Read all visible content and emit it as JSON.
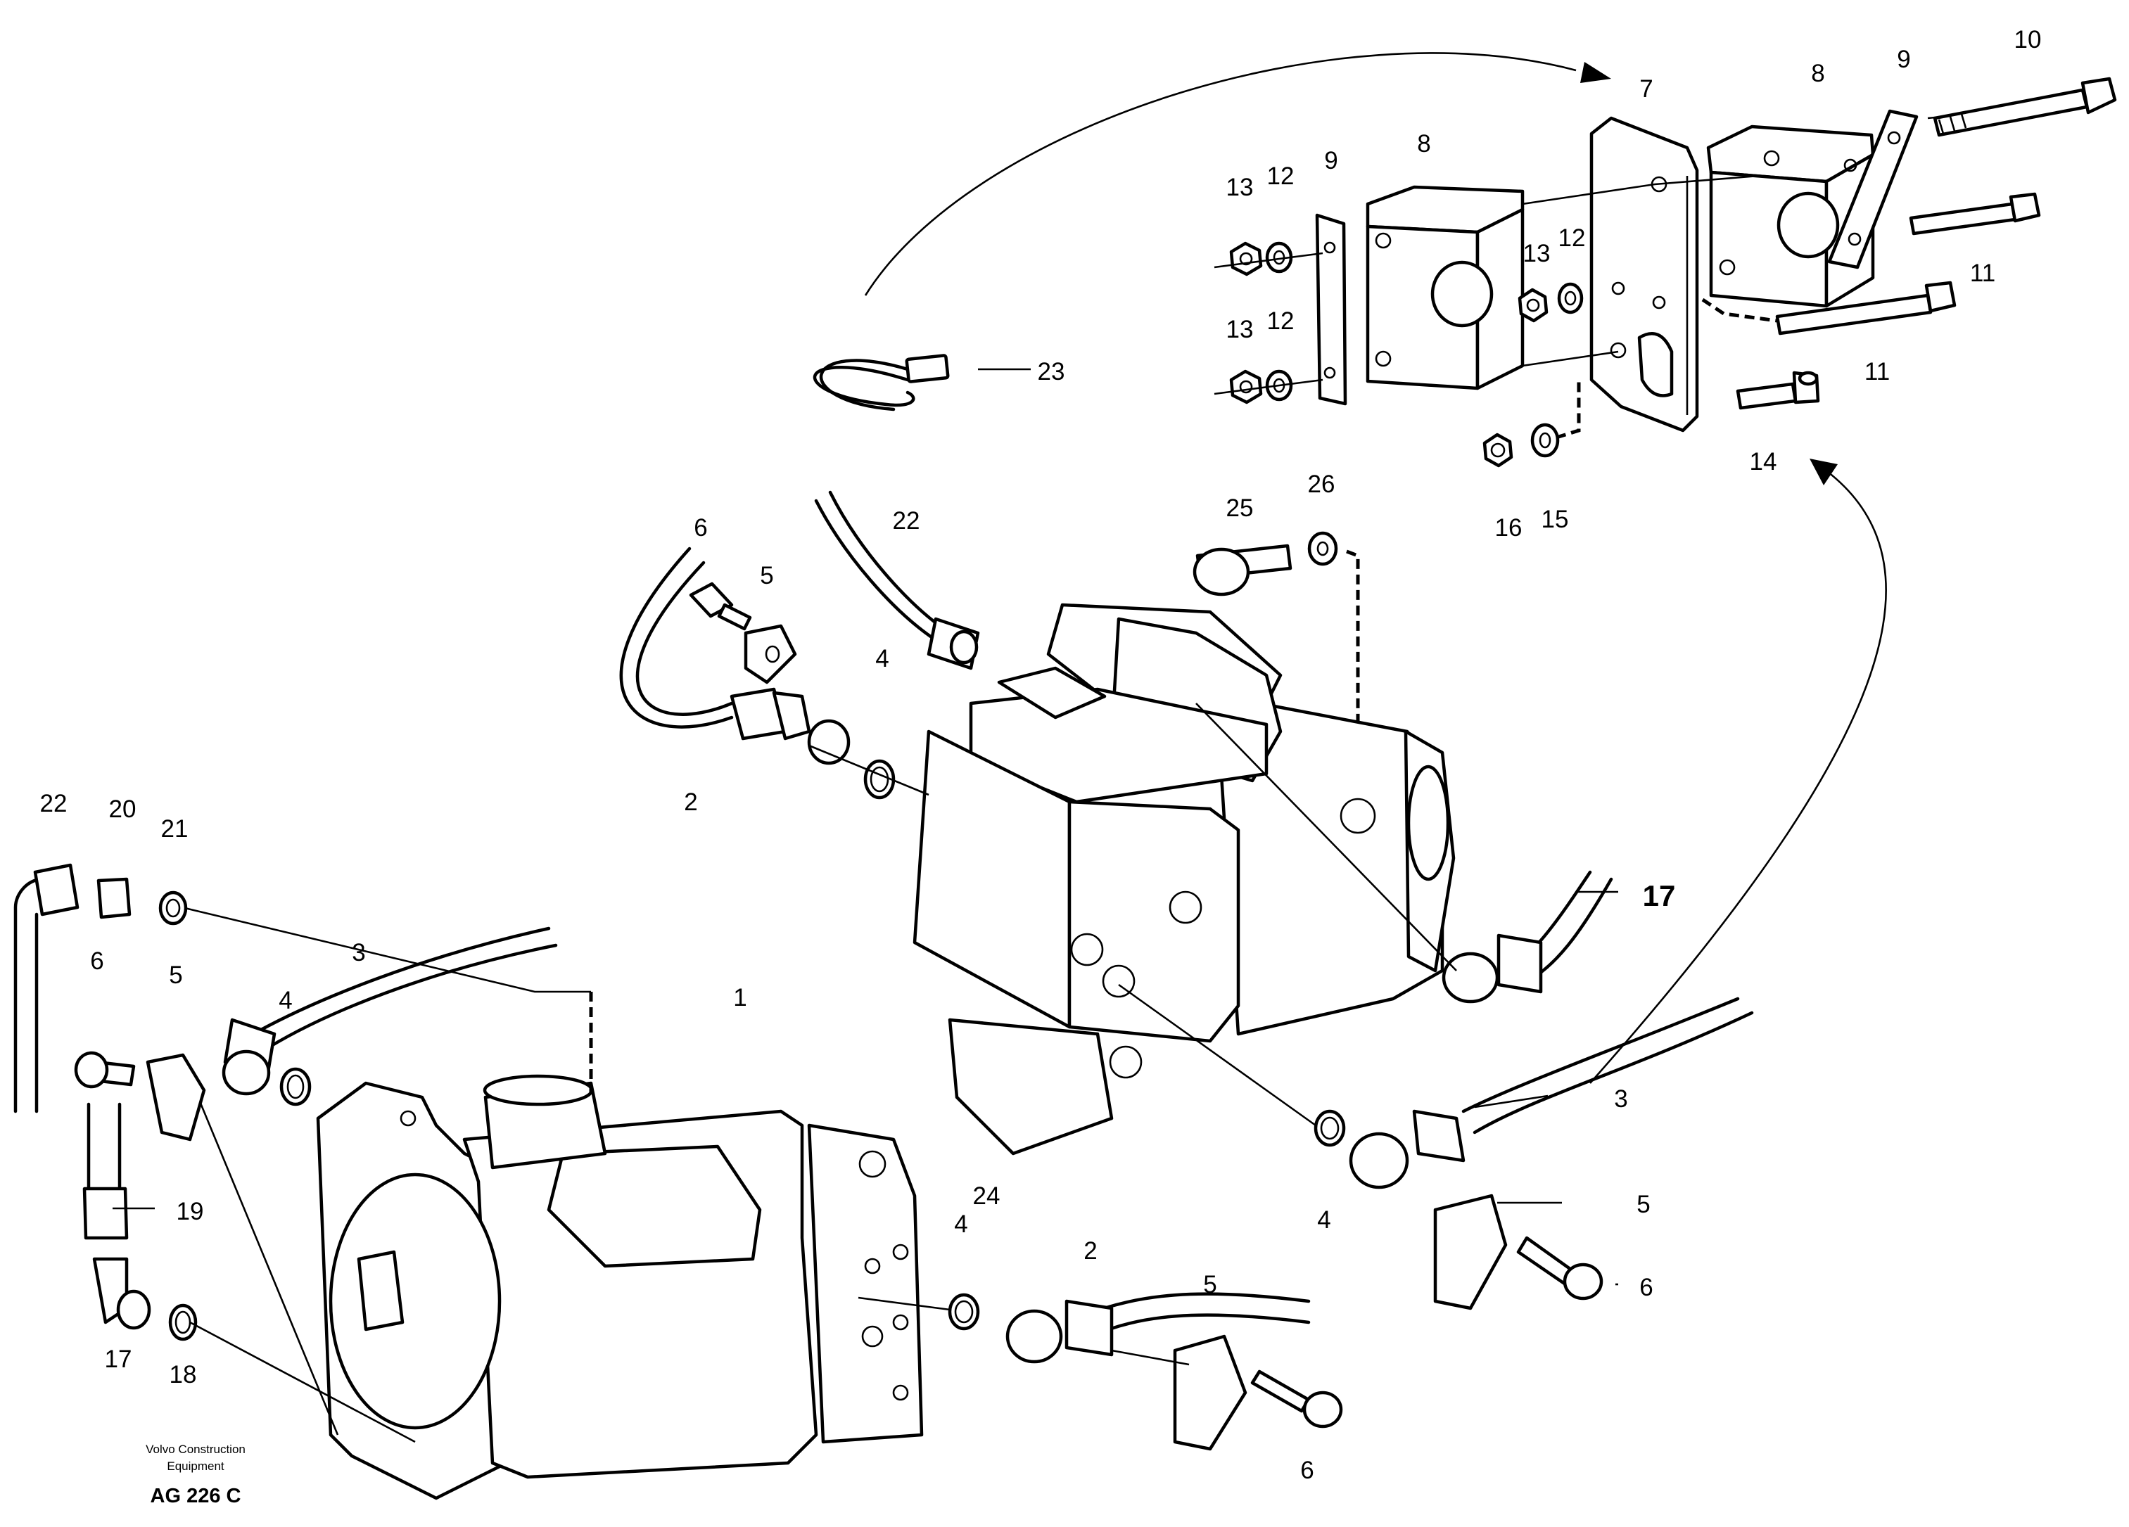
{
  "part_labels": [
    {
      "key": "10",
      "text": "10"
    },
    {
      "key": "9a",
      "text": "9"
    },
    {
      "key": "8a",
      "text": "8"
    },
    {
      "key": "7",
      "text": "7"
    },
    {
      "key": "9b",
      "text": "9"
    },
    {
      "key": "8b",
      "text": "8"
    },
    {
      "key": "13a",
      "text": "13"
    },
    {
      "key": "12a",
      "text": "12"
    },
    {
      "key": "13b",
      "text": "13"
    },
    {
      "key": "12b",
      "text": "12"
    },
    {
      "key": "13c",
      "text": "13"
    },
    {
      "key": "12c",
      "text": "12"
    },
    {
      "key": "11a",
      "text": "11"
    },
    {
      "key": "11b",
      "text": "11"
    },
    {
      "key": "23",
      "text": "23"
    },
    {
      "key": "14",
      "text": "14"
    },
    {
      "key": "16",
      "text": "16"
    },
    {
      "key": "15",
      "text": "15"
    },
    {
      "key": "25",
      "text": "25"
    },
    {
      "key": "26",
      "text": "26"
    },
    {
      "key": "6a",
      "text": "6"
    },
    {
      "key": "5a",
      "text": "5"
    },
    {
      "key": "22a",
      "text": "22"
    },
    {
      "key": "4a",
      "text": "4"
    },
    {
      "key": "2a",
      "text": "2"
    },
    {
      "key": "17a",
      "text": "17"
    },
    {
      "key": "22b",
      "text": "22"
    },
    {
      "key": "20",
      "text": "20"
    },
    {
      "key": "21",
      "text": "21"
    },
    {
      "key": "3a",
      "text": "3"
    },
    {
      "key": "1",
      "text": "1"
    },
    {
      "key": "6b",
      "text": "6"
    },
    {
      "key": "5b",
      "text": "5"
    },
    {
      "key": "4b",
      "text": "4"
    },
    {
      "key": "3b",
      "text": "3"
    },
    {
      "key": "24",
      "text": "24"
    },
    {
      "key": "5c",
      "text": "5"
    },
    {
      "key": "4c",
      "text": "4"
    },
    {
      "key": "19",
      "text": "19"
    },
    {
      "key": "6c",
      "text": "6"
    },
    {
      "key": "4d",
      "text": "4"
    },
    {
      "key": "2b",
      "text": "2"
    },
    {
      "key": "5d",
      "text": "5"
    },
    {
      "key": "17b",
      "text": "17"
    },
    {
      "key": "18",
      "text": "18"
    },
    {
      "key": "6d",
      "text": "6"
    }
  ],
  "credit": {
    "line1": "Volvo Construction",
    "line2": "Equipment",
    "code": "AG 226 C"
  }
}
